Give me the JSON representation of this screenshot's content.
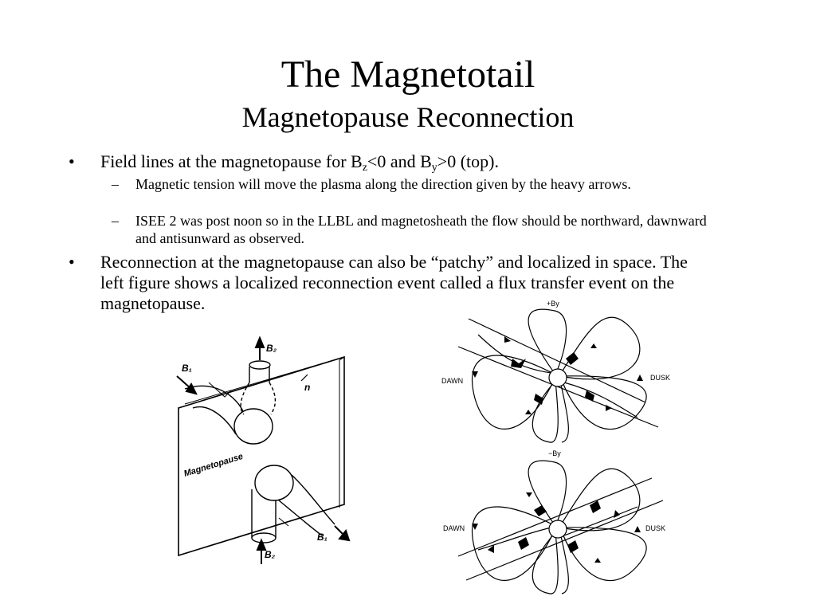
{
  "slide": {
    "title": "The Magnetotail",
    "subtitle": "Magnetopause Reconnection",
    "bullets": [
      {
        "marker": "•",
        "text_pre": "Field lines at the magnetopause for B",
        "sub1": "z",
        "text_mid": "<0 and B",
        "sub2": "y",
        "text_post": ">0 (top).",
        "subbullets": [
          {
            "marker": "–",
            "text": "Magnetic tension will move the plasma along the direction given by the heavy arrows."
          },
          {
            "marker": "–",
            "text": "ISEE 2 was post noon so in the LLBL and magnetosheath the flow should be northward, dawnward and antisunward as observed."
          }
        ]
      },
      {
        "marker": "•",
        "text": "Reconnection at the magnetopause can also be “patchy” and localized in space. The left figure shows a localized reconnection event called a flux transfer event on the magnetopause."
      }
    ]
  },
  "left_figure": {
    "plane_label": "Magnetopause",
    "b1_label_top": "B₁",
    "b2_label_top": "B₂",
    "n_label": "n",
    "b1_label_bottom": "B₁",
    "b2_label_bottom": "B₂"
  },
  "right_figure": {
    "top_label": "+By",
    "bottom_label": "−By",
    "dawn_label": "DAWN",
    "dusk_label": "DUSK"
  }
}
